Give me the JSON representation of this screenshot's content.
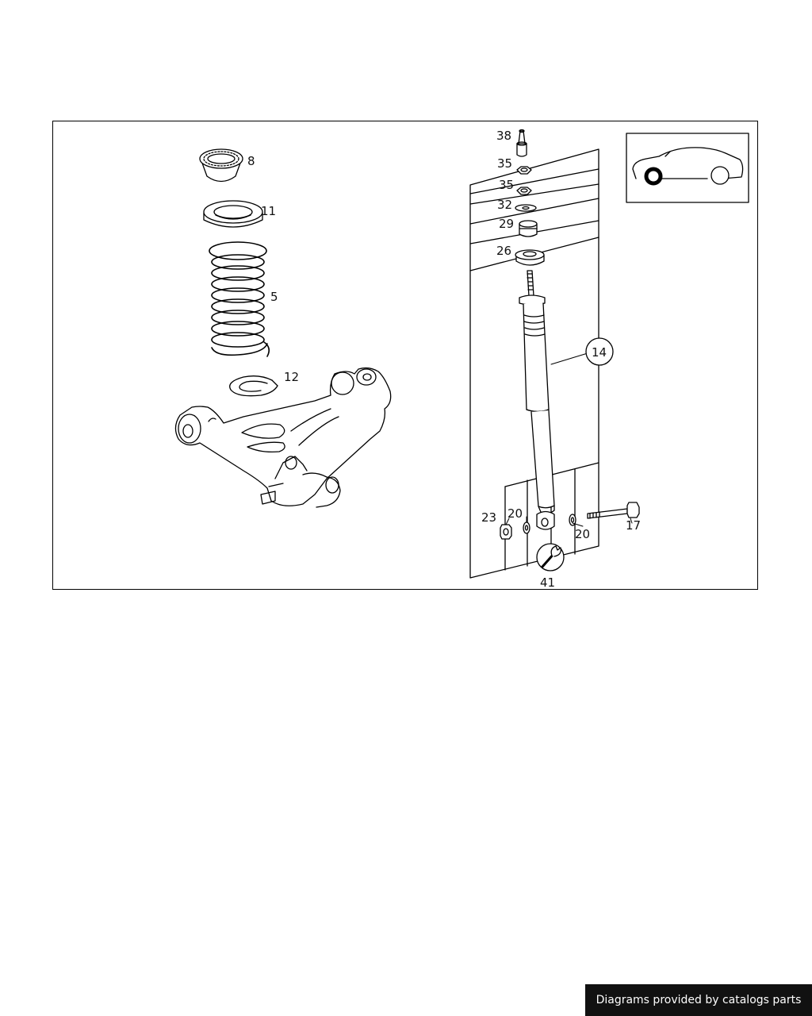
{
  "diagram": {
    "callouts": {
      "c8": "8",
      "c11": "11",
      "c5": "5",
      "c12": "12",
      "c38": "38",
      "c35a": "35",
      "c35b": "35",
      "c32": "32",
      "c29": "29",
      "c26": "26",
      "c14": "14",
      "c23": "23",
      "c20a": "20",
      "c20b": "20",
      "c17": "17",
      "c41": "41"
    }
  },
  "footer": {
    "credit": "Diagrams provided by catalogs parts"
  },
  "colors": {
    "line": "#000000",
    "background": "#ffffff",
    "banner": "#111111"
  }
}
